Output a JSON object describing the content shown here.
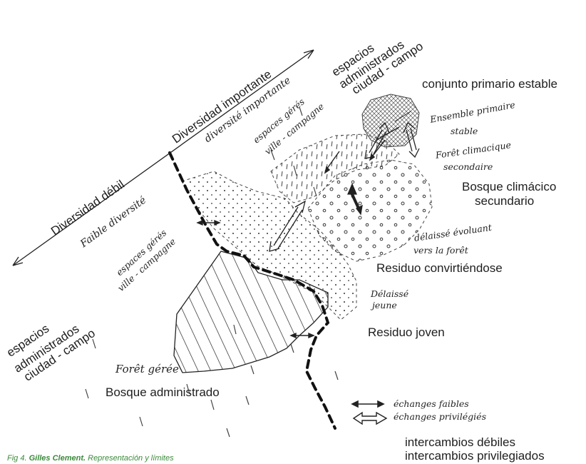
{
  "labels": {
    "diversidad_importante": "Diversidad importante",
    "diversidad_debil": "Diversidad débil",
    "espacios_top": [
      "espacios",
      "administrados",
      "ciudad - campo"
    ],
    "espacios_left": [
      "espacios",
      "administrados",
      "ciudad - campo"
    ],
    "conjunto": "conjunto primario estable",
    "bosque_climacico": [
      "Bosque climácico",
      "secundario"
    ],
    "residuo_convirtiendose": "Residuo convirtiéndose",
    "residuo_joven": "Residuo joven",
    "bosque_administrado": "Bosque administrado",
    "intercambios_debiles": "intercambios débiles",
    "intercambios_privilegiados": "intercambios privilegiados"
  },
  "handwriting": {
    "diversite_importante": "diversité importante",
    "faible_diversite": "Faible diversité",
    "espaces_geres_top": [
      "espaces gérés",
      "ville - campagne"
    ],
    "espaces_geres_left": [
      "espaces gérés",
      "ville - campagne"
    ],
    "ensemble": [
      "Ensemble primaire",
      "stable"
    ],
    "foret_climacique": [
      "Forêt climacique",
      "secondaire"
    ],
    "delaisse_evoluant": [
      "délaissé évoluant",
      "vers la forêt"
    ],
    "delaisse_jeune": [
      "Délaissé",
      "jeune"
    ],
    "foret_geree": "Forêt gérée",
    "echanges_faibles": "échanges faibles",
    "echanges_privilegies": "échanges privilégiés"
  },
  "caption": {
    "prefix": "Fig 4.",
    "author": "Gilles Clement.",
    "text": "Representación y límites"
  },
  "colors": {
    "ink": "#222222",
    "caption": "#3a8a3a"
  }
}
